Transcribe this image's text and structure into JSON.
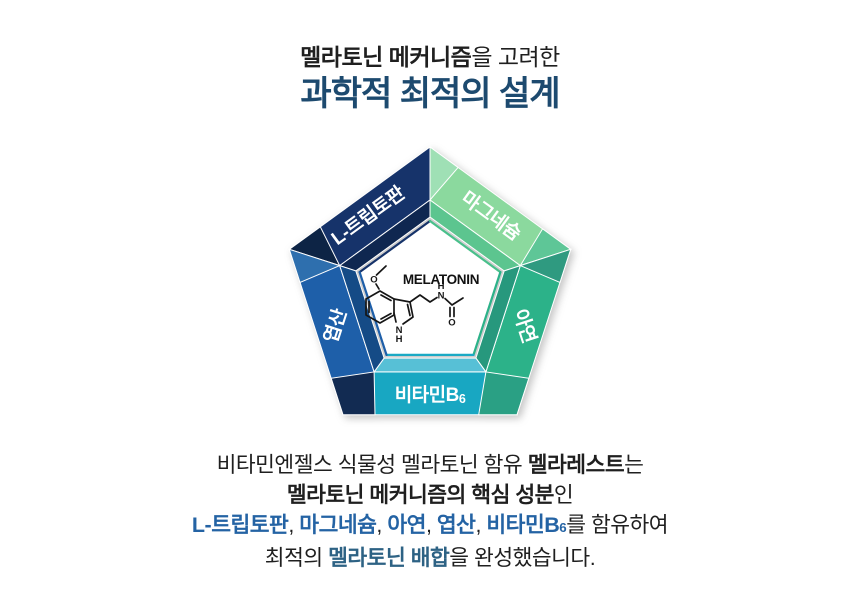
{
  "title": {
    "line1": [
      {
        "text": "멜라토닌 메커니즘",
        "style": "bold"
      },
      {
        "text": "을 고려한",
        "style": "normal"
      }
    ],
    "line2": "과학적 최적의 설계"
  },
  "pentagon": {
    "center_label": "MELATONIN",
    "segments": [
      {
        "id": "top-left",
        "label": "L-트립토판",
        "color": "#16336a"
      },
      {
        "id": "top-right",
        "label": "마그네슘",
        "color": "#8bd99e"
      },
      {
        "id": "right",
        "label": "아연",
        "color": "#2cb289"
      },
      {
        "id": "bottom",
        "label": "비타민B",
        "label_sub": "6",
        "color": "#18a7c2"
      },
      {
        "id": "left",
        "label": "엽산",
        "color": "#1e5fa9"
      }
    ],
    "molecule_atom_labels": {
      "methoxy_o": "O",
      "ring_n": "N",
      "ring_h": "H",
      "amide_h": "H",
      "amide_n": "N",
      "carbonyl_o": "O"
    }
  },
  "description": {
    "line1": [
      {
        "text": "비타민엔젤스 식물성 멜라토닌 함유 ",
        "style": "normal"
      },
      {
        "text": "멜라레스트",
        "style": "bold"
      },
      {
        "text": "는",
        "style": "normal"
      }
    ],
    "line2": [
      {
        "text": "멜라토닌 메커니즘의 핵심 성분",
        "style": "bold"
      },
      {
        "text": "인",
        "style": "normal"
      }
    ],
    "line3": [
      {
        "text": "L-트립토판",
        "style": "blue"
      },
      {
        "text": ", ",
        "style": "normal"
      },
      {
        "text": "마그네슘",
        "style": "blue"
      },
      {
        "text": ", ",
        "style": "normal"
      },
      {
        "text": "아연",
        "style": "blue"
      },
      {
        "text": ", ",
        "style": "normal"
      },
      {
        "text": "엽산",
        "style": "blue"
      },
      {
        "text": ", ",
        "style": "normal"
      },
      {
        "text": "비타민B",
        "style": "blue"
      },
      {
        "text": "6",
        "style": "bluesub"
      },
      {
        "text": "를 함유하여",
        "style": "normal"
      }
    ],
    "line4": [
      {
        "text": "최적의 ",
        "style": "normal"
      },
      {
        "text": "멜라토닌 배합",
        "style": "steel"
      },
      {
        "text": "을 완성했습니다.",
        "style": "normal"
      }
    ]
  },
  "colors": {
    "title_navy": "#1d4a6f",
    "text_dark": "#1f1f1f",
    "ingredient_blue": "#2463a4",
    "highlight_steel": "#2d6284"
  }
}
